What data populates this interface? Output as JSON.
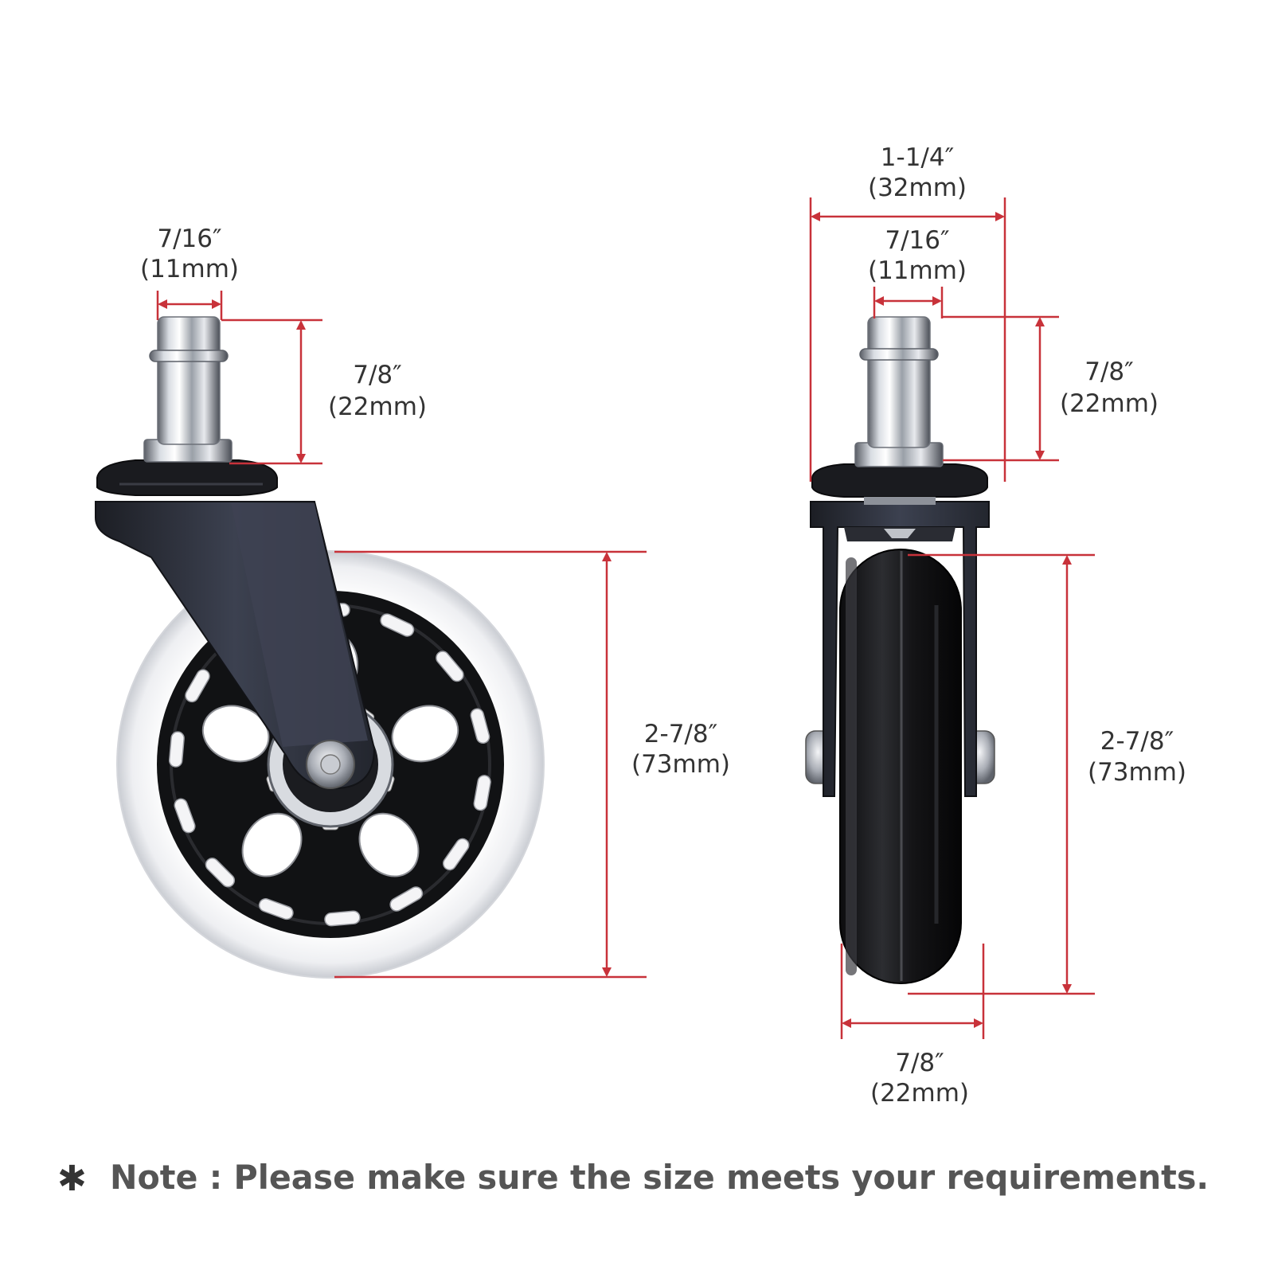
{
  "side_view": {
    "stem_width": {
      "inch": "7/16″",
      "mm": "(11mm)"
    },
    "stem_height": {
      "inch": "7/8″",
      "mm": "(22mm)"
    },
    "wheel_diameter": {
      "inch": "2-7/8″",
      "mm": "(73mm)"
    }
  },
  "front_view": {
    "overall_width": {
      "inch": "1-1/4″",
      "mm": "(32mm)"
    },
    "stem_width": {
      "inch": "7/16″",
      "mm": "(11mm)"
    },
    "stem_height": {
      "inch": "7/8″",
      "mm": "(22mm)"
    },
    "wheel_diameter": {
      "inch": "2-7/8″",
      "mm": "(73mm)"
    },
    "wheel_width": {
      "inch": "7/8″",
      "mm": "(22mm)"
    }
  },
  "note": {
    "symbol": "✱",
    "text": "Note : Please make sure the size meets your requirements."
  },
  "colors": {
    "dimension_line": "#c8323a",
    "text": "#333333",
    "note_text": "#555555"
  }
}
